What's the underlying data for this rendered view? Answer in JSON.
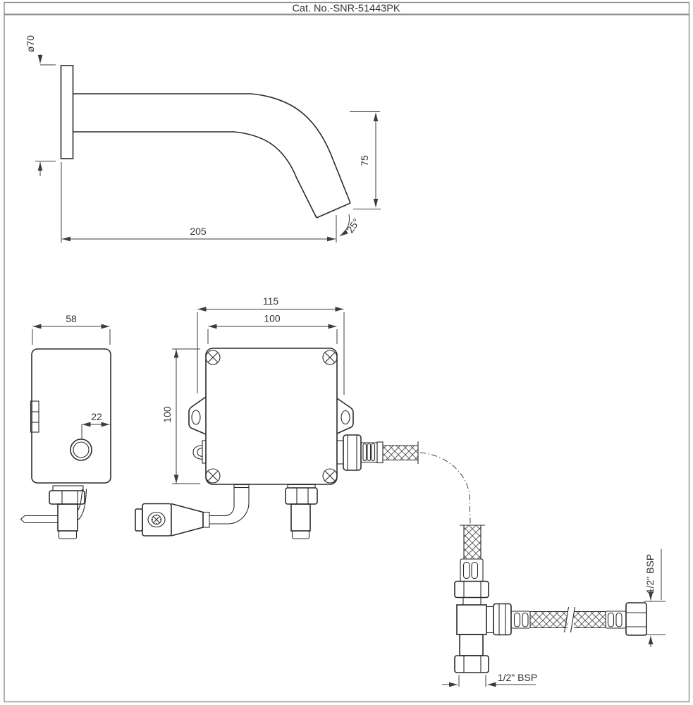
{
  "title": "Cat. No.-SNR-51443PK",
  "colors": {
    "line": "#2b2b2b",
    "dimension": "#3c3c3c",
    "border": "#8f8f8f",
    "background": "#ffffff",
    "text": "#333333"
  },
  "spout_view": {
    "diameter_label": "ø70",
    "length_label": "205",
    "height_label": "75",
    "angle_label": "25°"
  },
  "controller_side_view": {
    "width_label": "58",
    "port_offset_label": "22"
  },
  "controller_front_view": {
    "overall_width_label": "115",
    "box_width_label": "100",
    "box_height_label": "100"
  },
  "valve_assembly": {
    "inlet_thread_label": "1/2\" BSP",
    "outlet_thread_label": "1/2\" BSP"
  }
}
